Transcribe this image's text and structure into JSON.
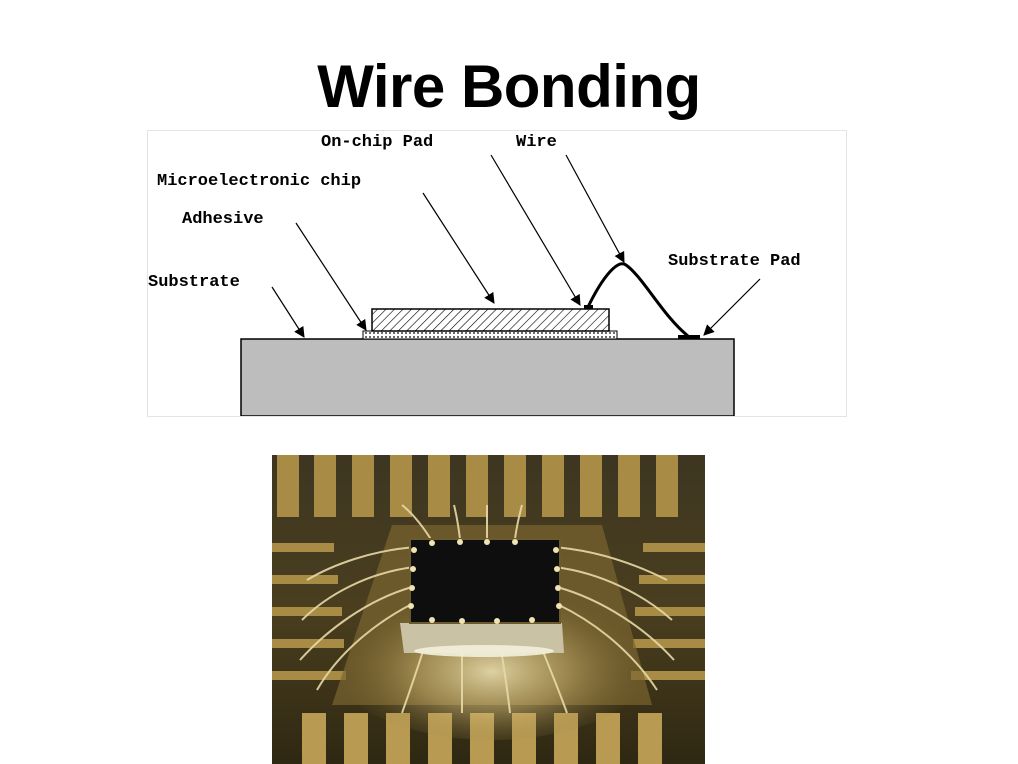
{
  "slide": {
    "title": "Wire Bonding"
  },
  "diagram": {
    "labels": {
      "on_chip_pad": "On-chip Pad",
      "wire": "Wire",
      "microelectronic_chip": "Microelectronic chip",
      "adhesive": "Adhesive",
      "substrate": "Substrate",
      "substrate_pad": "Substrate Pad"
    },
    "colors": {
      "substrate": "#bdbdbd",
      "outline": "#000000"
    }
  },
  "photo": {
    "colors": {
      "background": "#3a3118",
      "leads": "#b89a52",
      "die": "#111111",
      "wire": "#e8d9a6"
    }
  }
}
